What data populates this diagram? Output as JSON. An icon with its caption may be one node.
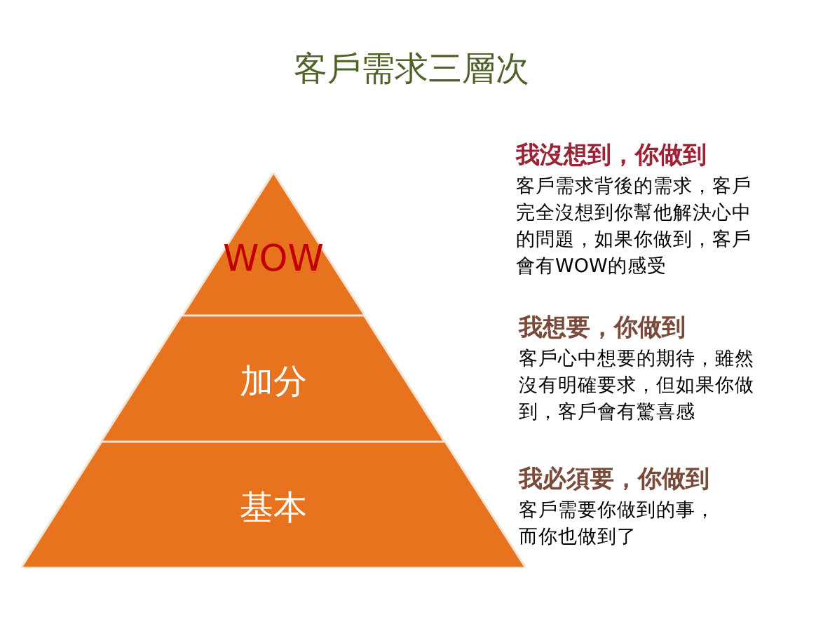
{
  "diagram": {
    "title": "客戶需求三層次",
    "nodes": [
      {
        "text": [
          "WOW"
        ],
        "beside": [
          "我沒想到，你做到",
          "客戶需求背後的需求，客戶完全沒想到你幫他解決心中的問題，如果你做到，客戶會有WOW的感受"
        ]
      },
      {
        "text": [
          "加分"
        ],
        "beside": [
          "我想要，你做到",
          "客戶心中想要的期待，雖然沒有明確要求，但如果你做到，客戶會有驚喜感"
        ]
      },
      {
        "text": [
          "基本"
        ],
        "beside": [
          "我必須要，你做到",
          "客戶需要你做到的事，而你也做到了"
        ]
      }
    ]
  }
}
